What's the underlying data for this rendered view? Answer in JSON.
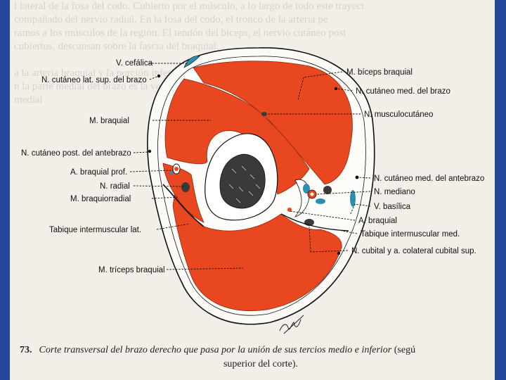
{
  "figure_number": "73.",
  "caption": {
    "line1": "Corte transversal del brazo derecho que pasa por la unión de sus tercios medio e inferior",
    "line1_paren": "(segú",
    "line2": "superior del corte)."
  },
  "background_text_lines": [
    "l lateral de la fosa del codo. Cubierto por el músculo, a lo largo de todo este trayect",
    "compañado del nervio radial. En la fosa del codo, el tronco de la arteria pe",
    "ramos a los músculos de la región. El tendón del bíceps, el nervio cutáneo post",
    "cubiertos, descansan sobre la fascia del braquial.",
    "",
    "a la arteria braquial y la porción inferior del brazo, en compañía del perfe",
    "n la parte medial del brazo es la vena basílica, que se encuentra a la",
    "medial"
  ],
  "labels": {
    "v_cefalica": "V. cefálica",
    "n_cutaneo_lat_sup": "N. cutáneo lat. sup. del brazo",
    "m_braquial": "M. braquial",
    "n_cutaneo_post": "N. cutáneo post. del antebrazo",
    "a_braquial_prof": "A. braquial prof.",
    "n_radial": "N. radial",
    "m_braquiorradial": "M. braquiorradial",
    "tabique_lat": "Tabique intermuscular lat.",
    "m_triceps": "M. tríceps braquial",
    "m_biceps": "M. bíceps braquial",
    "n_cutaneo_med_brazo": "N. cutáneo med. del brazo",
    "n_musculocutaneo": "N. musculocutáneo",
    "n_cutaneo_med_antebrazo": "N. cutáneo med. del antebrazo",
    "n_mediano": "N. mediano",
    "v_basilica": "V. basílica",
    "a_braquial": "A. braquial",
    "tabique_med": "Tabique intermuscular med.",
    "n_cubital": "N. cubital y a. colateral cubital sup."
  },
  "colors": {
    "muscle": "#e8471f",
    "fat": "#ffffff",
    "vein": "#2c8fb0",
    "frame": "#23489a"
  }
}
